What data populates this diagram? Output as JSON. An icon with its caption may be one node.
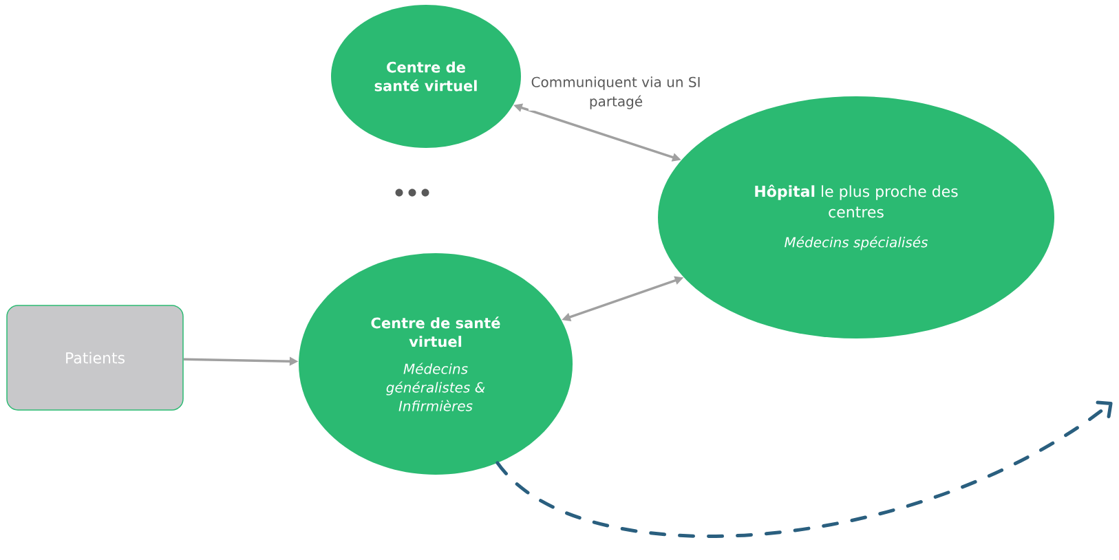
{
  "diagram": {
    "nodes": [
      {
        "text": [
          "Centre de santé virtuel"
        ]
      },
      {
        "text": [
          "**Hôpital** le plus proche des centres",
          "Médecins spécialisés"
        ]
      },
      {
        "text": [
          "Patients"
        ]
      },
      {
        "text": [
          "Centre de santé virtuel",
          "Médecins généralistes & Infirmières"
        ]
      }
    ],
    "edges": [
      {
        "from": 0,
        "to": 1,
        "arrow": "both",
        "label": "Communiquent via un SI partagé"
      },
      {
        "from": 3,
        "to": 1,
        "arrow": "both"
      },
      {
        "from": 2,
        "to": 3,
        "arrow": "to"
      },
      {
        "from": 3,
        "to": null,
        "arrow": "to",
        "style": "dashed",
        "color": "#2a5f7f"
      }
    ]
  }
}
